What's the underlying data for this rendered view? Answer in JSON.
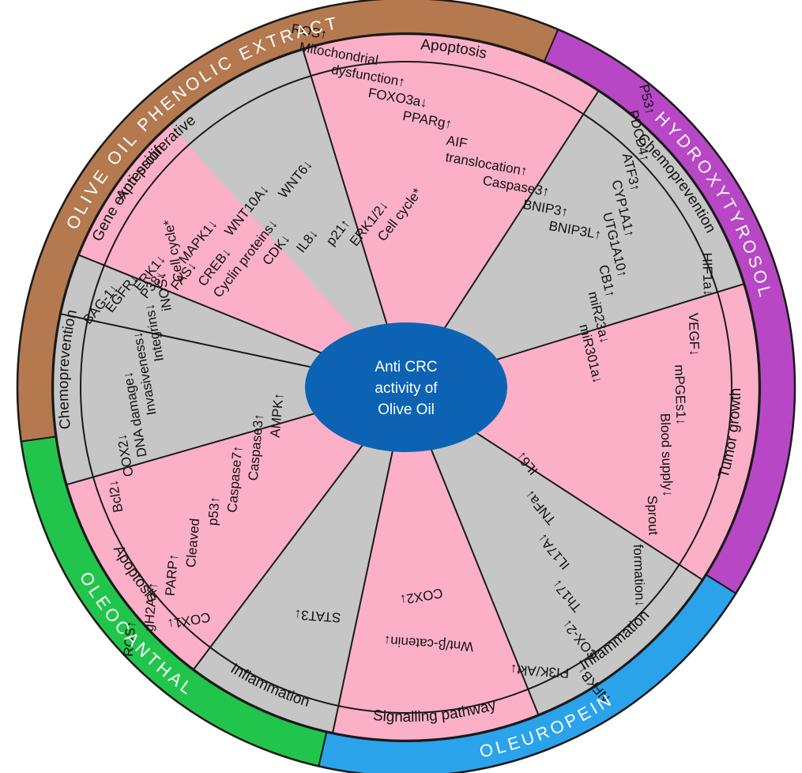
{
  "center": {
    "lines": [
      "Anti CRC",
      "activity of",
      "Olive Oil"
    ],
    "color": "#0d63b3"
  },
  "colors": {
    "pink": "#fbb0c7",
    "gray": "#c6c6c6",
    "border": "#1a1a1a"
  },
  "compounds": [
    {
      "id": "hydroxytyrosol",
      "label": "HYDROXYTYROSOL",
      "color": "#b847c5"
    },
    {
      "id": "oleuropein",
      "label": "OLEUROPEIN",
      "color": "#2aa3ea"
    },
    {
      "id": "oleocanthal",
      "label": "OLEOCANTHAL",
      "color": "#22c54b"
    },
    {
      "id": "olive-oil-phenolic-extract",
      "label": "OLIVE OIL PHENOLIC EXTRACT",
      "color": "#b57950"
    }
  ],
  "sectors": [
    {
      "id": "anti-proliferative",
      "category": "Anti-proliferative",
      "fill": "gray",
      "items": [
        "EGFR↓",
        "P38↓",
        "FAS↓",
        "CREB↓",
        "Cyclin proteins↓",
        "CDK↓",
        "IL8↓",
        "p21↑",
        "ERK1/2↓",
        "Cell cycle*"
      ]
    },
    {
      "id": "apoptosis-hydroxytyrosol",
      "category": "Apoptosis",
      "fill": "pink",
      "items": [
        "ROS↑",
        "Mitochondrial",
        "dysfunction↑",
        "FOXO3a↓",
        "PPARg↑",
        "AIF",
        "translocation↑",
        "Caspase3↑",
        "BNIP3↑",
        "BNIP3L↑"
      ]
    },
    {
      "id": "chemoprevention-hydroxytyrosol",
      "category": "Chemoprevention",
      "fill": "gray",
      "items": [
        "P53↑",
        "PDCD4↑",
        "ATF3↑",
        "CYP1A1↑",
        "UTG1A10↑",
        "CB1↑",
        "miR23a↓",
        "miR301a↓"
      ]
    },
    {
      "id": "tumor-growth",
      "category": "Tumor growth",
      "fill": "pink",
      "items": [
        "HIF1a↓",
        "VEGF↓",
        "mPGEs1↓",
        "Blood supply↓",
        "Sprout",
        "formation↓"
      ]
    },
    {
      "id": "inflammation-oleuropein",
      "category": "Inflammation",
      "fill": "gray",
      "items": [
        "NFKB↓",
        "COX-2↓",
        "Th17↓",
        "IL17A↓",
        "TNFa↓",
        "IL6↓"
      ]
    },
    {
      "id": "signalling-pathway",
      "category": "Signalling pathway",
      "fill": "pink",
      "items": [
        "PI3K/Akt↓",
        "Wnt/β-catenin↓",
        "STAT3↓"
      ]
    },
    {
      "id": "inflammation-oleocanthal",
      "category": "Inflammation",
      "fill": "gray",
      "items": [
        "COX2↓",
        "COX1↓"
      ]
    },
    {
      "id": "apoptosis-oleocanthal",
      "category": "Apoptosis",
      "fill": "pink",
      "items": [
        "ROS↑",
        "gH2AX↑",
        "PARP↑",
        "Cleaved",
        "p53↑",
        "Caspase7↑",
        "Caspase3↑",
        "AMPK↑"
      ]
    },
    {
      "id": "chemoprevention-extract",
      "category": "Chemoprevention",
      "fill": "gray",
      "items": [
        "Bcl2↓",
        "COX2↓",
        "DNA damage↓",
        "Invasiveness↓",
        "Integrins↓",
        "iNOS↓",
        "Cell cycle*"
      ]
    },
    {
      "id": "gene-expression",
      "category": "Gene expression",
      "fill": "pink",
      "items": [
        "BAG-1↓",
        "ERK1↓",
        "MAPK1↓",
        "WNT10A↓",
        "WNT6↓"
      ]
    }
  ]
}
